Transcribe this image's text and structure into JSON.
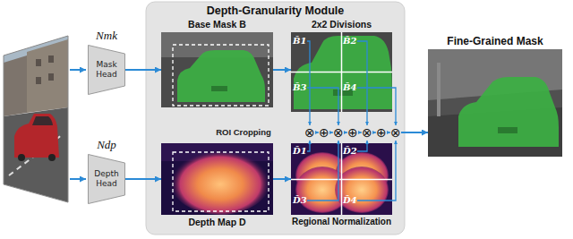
{
  "diagram": {
    "nodes": [
      {
        "text": [
          "Depth-Granularity Module"
        ]
      },
      {
        "text": [
          "Nmk",
          "Mask Head"
        ]
      },
      {
        "text": [
          "Ndp",
          "Depth Head"
        ]
      },
      {
        "text": [
          "Base Mask B"
        ],
        "in": 0
      },
      {
        "text": [
          "2x2 Divisions"
        ],
        "in": 0
      },
      {
        "text": [
          "Depth Map D"
        ],
        "in": 0
      },
      {
        "text": [
          "Regional Normalization"
        ],
        "in": 0
      },
      {
        "text": [
          "⊗"
        ],
        "in": 0
      },
      {
        "text": [
          "⊕"
        ],
        "in": 0
      },
      {
        "text": [
          "⊗"
        ],
        "in": 0
      },
      {
        "text": [
          "⊕"
        ],
        "in": 0
      },
      {
        "text": [
          "⊗"
        ],
        "in": 0
      },
      {
        "text": [
          "⊕"
        ],
        "in": 0
      },
      {
        "text": [
          "⊗"
        ],
        "in": 0
      },
      {
        "text": [
          "Fine-Grained Mask"
        ]
      }
    ],
    "edges": [
      {
        "from": 1,
        "to": 3,
        "arrow": "to"
      },
      {
        "from": 2,
        "to": 5,
        "arrow": "to"
      },
      {
        "from": 3,
        "to": 4,
        "arrow": "to"
      },
      {
        "from": 5,
        "to": 6,
        "arrow": "to"
      },
      {
        "from": 7,
        "to": 8,
        "arrow": "to"
      },
      {
        "from": 8,
        "to": 9,
        "arrow": "to"
      },
      {
        "from": 9,
        "to": 10,
        "arrow": "to"
      },
      {
        "from": 10,
        "to": 11,
        "arrow": "to"
      },
      {
        "from": 11,
        "to": 12,
        "arrow": "to"
      },
      {
        "from": 12,
        "to": 13,
        "arrow": "to"
      },
      {
        "from": 13,
        "to": 14,
        "arrow": "to"
      }
    ],
    "labels": [
      "B̂1",
      "B̂2",
      "B̂3",
      "B̂4",
      "ROI Cropping",
      "D̂1",
      "D̂2",
      "D̂3",
      "D̂4"
    ]
  }
}
